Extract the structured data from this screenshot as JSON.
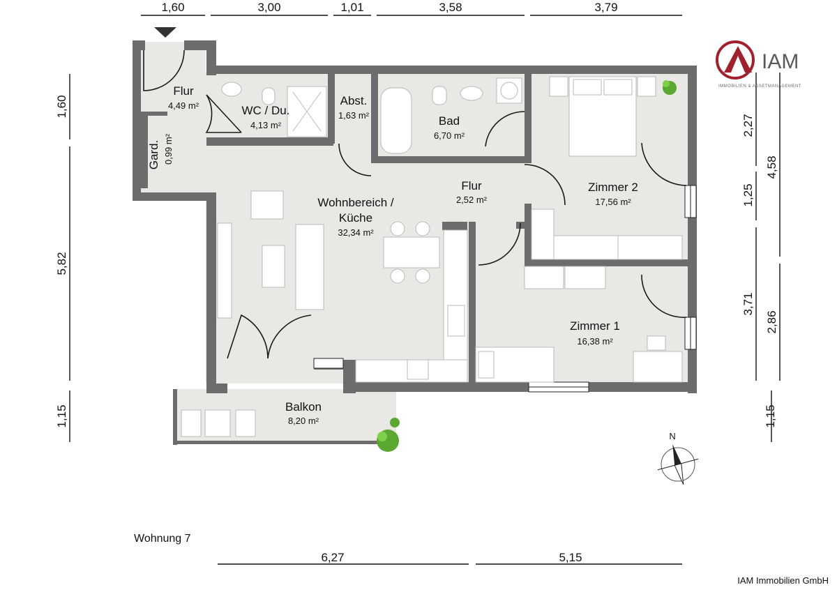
{
  "plan": {
    "unit_label": "Wohnung 7",
    "footer": "IAM Immobilien GmbH"
  },
  "logo": {
    "text": "IAM",
    "subtitle": "IMMOBILIEN & ASSETMANAGEMENT",
    "icon": "iam-logo-icon",
    "accent_color": "#a0202c"
  },
  "rooms": {
    "flur_entry": {
      "name": "Flur",
      "area": "4,49 m²"
    },
    "wc": {
      "name": "WC / Du.",
      "area": "4,13 m²"
    },
    "abst": {
      "name": "Abst.",
      "area": "1,63 m²"
    },
    "bad": {
      "name": "Bad",
      "area": "6,70 m²"
    },
    "gard": {
      "name": "Gard.",
      "area": "0,99 m²"
    },
    "wohn": {
      "name_line1": "Wohnbereich /",
      "name_line2": "Küche",
      "area": "32,34 m²"
    },
    "flur_hall": {
      "name": "Flur",
      "area": "2,52 m²"
    },
    "zimmer2": {
      "name": "Zimmer 2",
      "area": "17,56 m²"
    },
    "zimmer1": {
      "name": "Zimmer 1",
      "area": "16,38 m²"
    },
    "balkon": {
      "name": "Balkon",
      "area": "8,20 m²"
    }
  },
  "dimensions": {
    "top": [
      "1,60",
      "3,00",
      "1,01",
      "3,58",
      "3,79"
    ],
    "left": [
      "1,60",
      "5,82",
      "1,15"
    ],
    "right_inner": [
      "2,27",
      "1,25",
      "3,71",
      "1,15"
    ],
    "right_outer": [
      "4,58",
      "2,86"
    ],
    "bottom": [
      "6,27",
      "5,15"
    ]
  },
  "compass": {
    "label": "N",
    "icon": "compass-icon"
  },
  "colors": {
    "wall": "#6c6c6c",
    "floor": "#e9e8e5",
    "plant": "#5aa832"
  }
}
